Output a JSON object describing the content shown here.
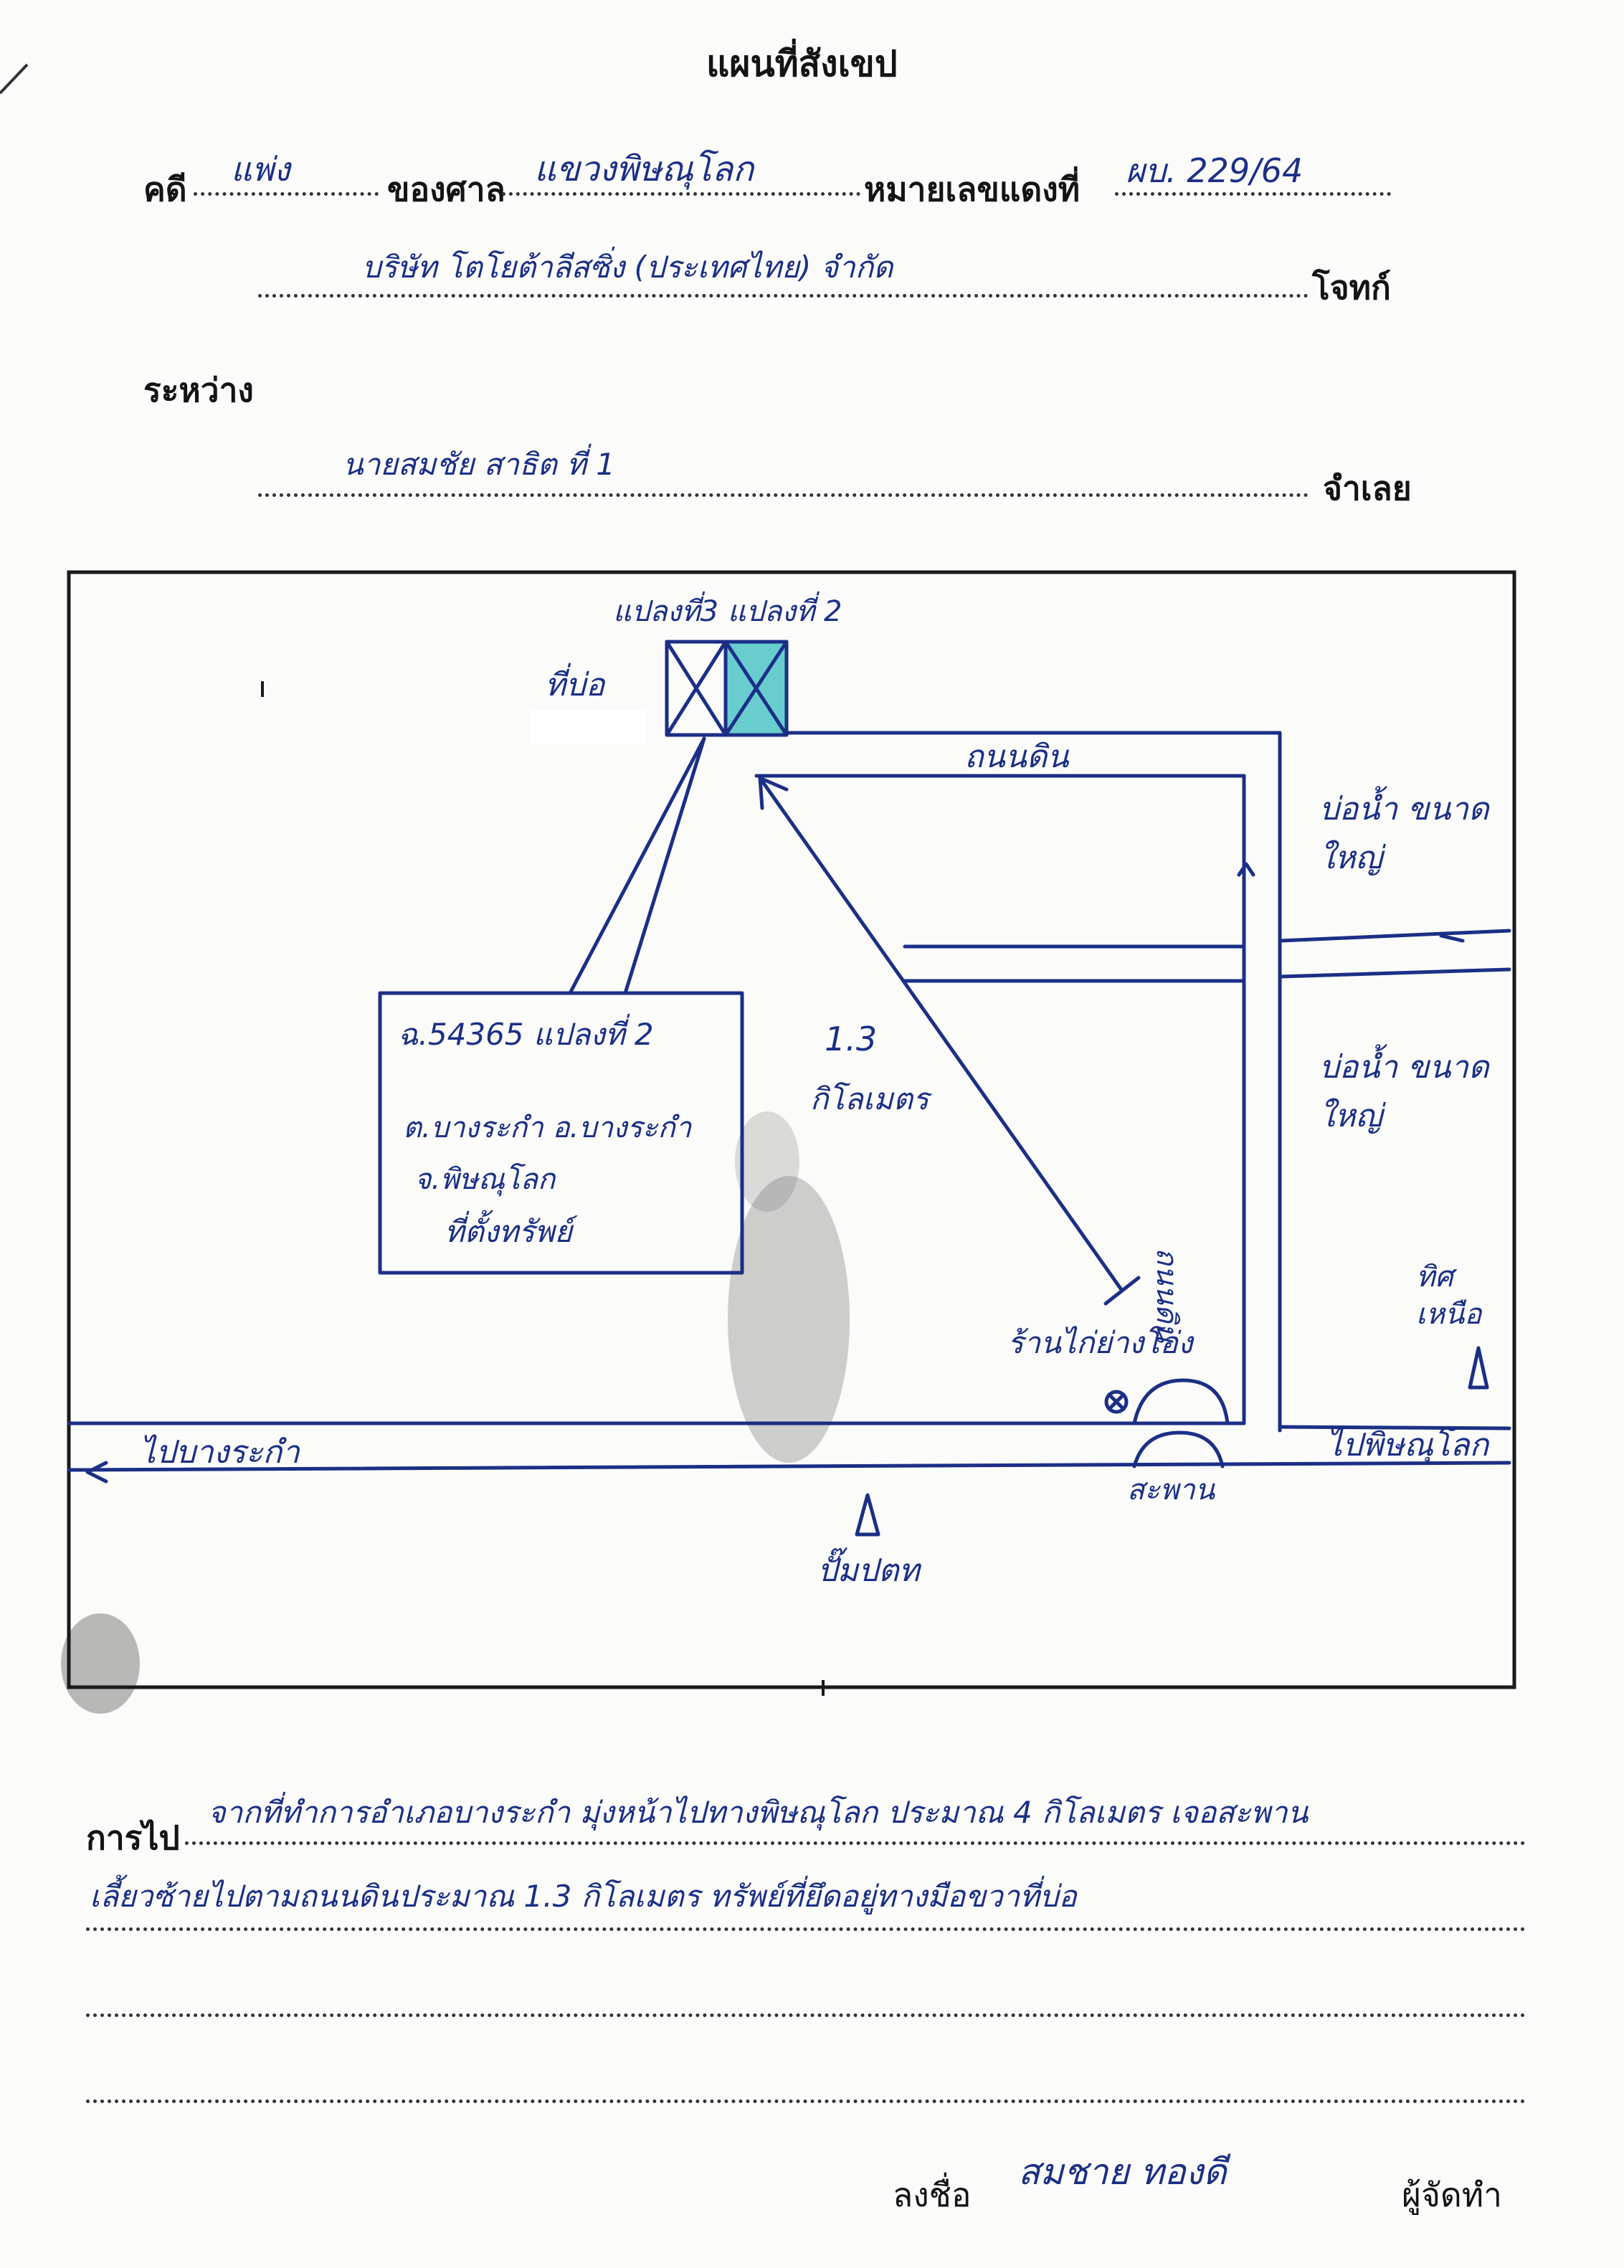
{
  "header": {
    "title": "แผนที่สังเขป",
    "case_label": "คดี",
    "case_type": "แพ่ง",
    "court_label": "ของศาล",
    "court_name": "แขวงพิษณุโลก",
    "red_case_label": "หมายเลขแดงที่",
    "red_case_number": "ผบ. 229/64",
    "plaintiff_label": "โจทก์",
    "plaintiff_name": "บริษัท โตโยต้าลีสซิ่ง (ประเทศไทย) จำกัด",
    "between_label": "ระหว่าง",
    "defendant_label": "จำเลย",
    "defendant_name": "นายสมชัย สาธิต ที่ 1"
  },
  "map": {
    "plot_labels": "แปลงที่3 แปลงที่ 2",
    "pond_label": "ที่บ่อ",
    "dirt_road_top": "ถนนดิน",
    "pond_upper": "บ่อน้ำ ขนาดใหญ่",
    "pond_lower": "บ่อน้ำ ขนาดใหญ่",
    "distance_value": "1.3",
    "distance_unit": "กิโลเมตร",
    "dirt_road_side": "ถนนดิน",
    "shop_label": "ร้านไก่ย่างโอ่ง",
    "north_label": "ทิศ เหนือ",
    "road_left": "ไปบางระกำ",
    "road_right": "ไปพิษณุโลก",
    "bridge_label": "สะพาน",
    "station_label": "ปั๊มปตท",
    "info_line1": "ฉ.54365 แปลงที่ 2",
    "info_line2": "ต.บางระกำ อ.บางระกำ",
    "info_line3": "จ.พิษณุโลก",
    "info_line4": "ที่ตั้งทรัพย์"
  },
  "directions": {
    "label": "การไป",
    "line1": "จากที่ทำการอำเภอบางระกำ มุ่งหน้าไปทางพิษณุโลก ประมาณ 4 กิโลเมตร เจอสะพาน",
    "line2": "เลี้ยวซ้ายไปตามถนนดินประมาณ 1.3 กิโลเมตร ทรัพย์ที่ยึดอยู่ทางมือขวาที่บ่อ"
  },
  "footer": {
    "sign_label": "ลงชื่อ",
    "signer_name": "สมชาย ทองดี",
    "role_label": "ผู้จัดทำ"
  },
  "colors": {
    "ink_blue": "#1b2f86",
    "parcel_fill": "#4fc4c9"
  }
}
